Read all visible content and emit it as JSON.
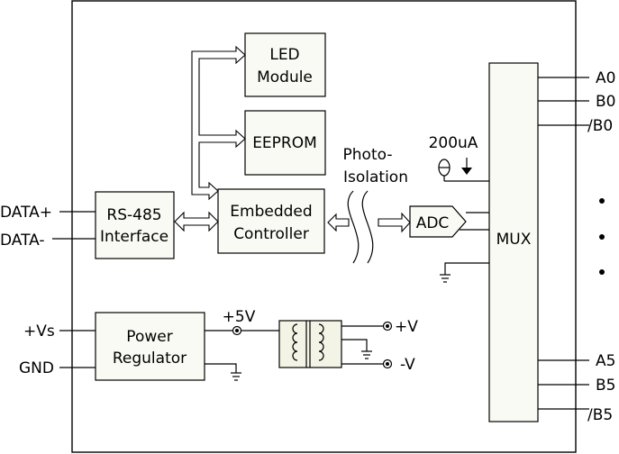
{
  "blocks": {
    "led_module": [
      "LED",
      "Module"
    ],
    "eeprom": "EEPROM",
    "embedded_controller": [
      "Embedded",
      "Controller"
    ],
    "rs485": [
      "RS-485",
      "Interface"
    ],
    "adc": "ADC",
    "mux": "MUX",
    "power_regulator": [
      "Power",
      "Regulator"
    ]
  },
  "labels": {
    "photo_isolation": [
      "Photo-",
      "Isolation"
    ],
    "current_source": "200uA",
    "plus5v": "+5V"
  },
  "pins_left": {
    "data_plus": "DATA+",
    "data_minus": "DATA-",
    "vs": "+Vs",
    "gnd": "GND"
  },
  "pins_right": [
    "A0",
    "B0",
    "/B0",
    "A5",
    "B5",
    "/B5"
  ],
  "outputs": {
    "plus_v": "+V",
    "minus_v": "-V"
  }
}
